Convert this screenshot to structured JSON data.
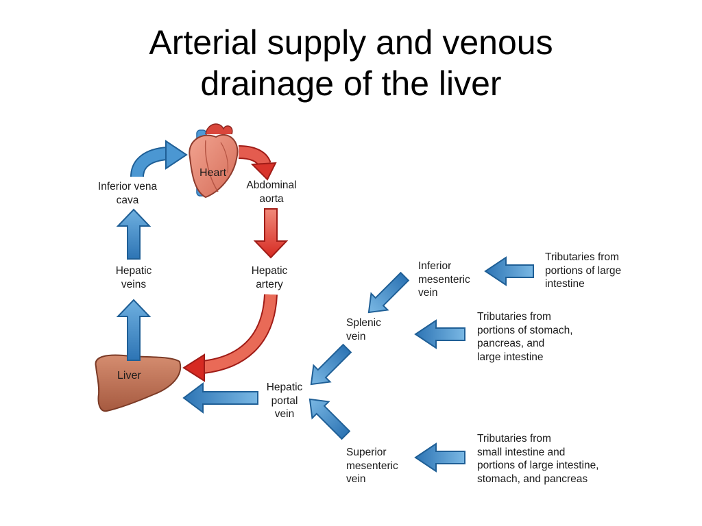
{
  "title": {
    "line1": "Arterial supply and venous",
    "line2": "drainage of the liver"
  },
  "organs": {
    "heart": "Heart",
    "liver": "Liver"
  },
  "labels": {
    "inferior_vena_cava": [
      "Inferior vena",
      "cava"
    ],
    "abdominal_aorta": [
      "Abdominal",
      "aorta"
    ],
    "hepatic_veins": [
      "Hepatic",
      "veins"
    ],
    "hepatic_artery": [
      "Hepatic",
      "artery"
    ],
    "hepatic_portal_vein": [
      "Hepatic",
      "portal",
      "vein"
    ],
    "splenic_vein": [
      "Splenic",
      "vein"
    ],
    "inferior_mesenteric_vein": [
      "Inferior",
      "mesenteric",
      "vein"
    ],
    "superior_mesenteric_vein": [
      "Superior",
      "mesenteric",
      "vein"
    ]
  },
  "tributaries": {
    "large_intestine": [
      "Tributaries from",
      "portions of large",
      "intestine"
    ],
    "stomach_pancreas": [
      "Tributaries from",
      "portions of stomach,",
      "pancreas, and",
      "large intestine"
    ],
    "small_intestine": [
      "Tributaries from",
      "small intestine and",
      "portions of large intestine,",
      "stomach, and pancreas"
    ]
  },
  "colors": {
    "venous_blue": "#3a86c4",
    "venous_dark": "#1f5f96",
    "arterial_red": "#d9342b",
    "arterial_dark": "#a01c17",
    "organ_brown": "#c67a5e",
    "heart_pink": "#e58a76"
  }
}
